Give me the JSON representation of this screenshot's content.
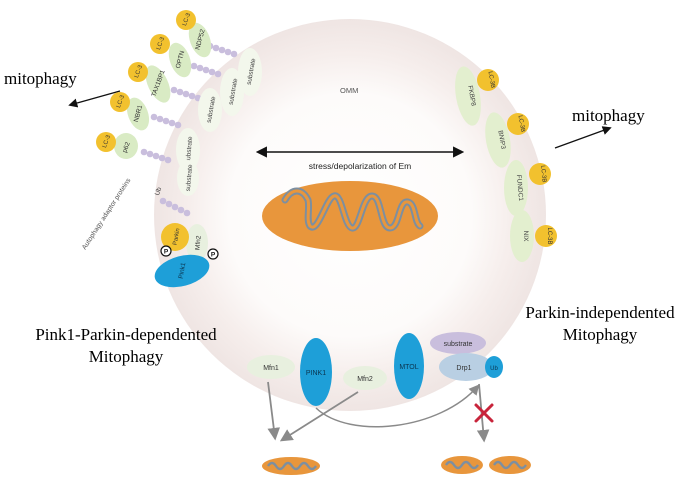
{
  "labels": {
    "mitophagy_left": "mitophagy",
    "mitophagy_right": "mitophagy",
    "omm": "OMM",
    "stress": "stress/depolarization of Em",
    "adaptor_caption": "Autophagy adaptor proteins",
    "pink_parkin_line1": "Pink1-Parkin-dependented",
    "pink_parkin_line2": "Mitophagy",
    "parkin_ind_line1": "Parkin-independented",
    "parkin_ind_line2": "Mitophagy",
    "ub": "Ub",
    "ub_small": "Ub",
    "parkin": "Parkin",
    "pink1_left": "Pink1",
    "mfn2_left": "Mfn2",
    "p_symbol": "P"
  },
  "adaptors": [
    {
      "lc": "LC-3",
      "name": "NDP52",
      "substrate": "substrate"
    },
    {
      "lc": "LC-3",
      "name": "OPTN",
      "substrate": "substrate"
    },
    {
      "lc": "LC-3",
      "name": "TAX1BP1",
      "substrate": "substrate"
    },
    {
      "lc": "LC-3",
      "name": "NBR1",
      "substrate": "substrate"
    },
    {
      "lc": "LC-3",
      "name": "p62",
      "substrate": "substrate"
    }
  ],
  "receptors": [
    {
      "name": "FKBP8",
      "lc": "LC-3B"
    },
    {
      "name": "BNIP3",
      "lc": "LC-3B"
    },
    {
      "name": "FUNDC1",
      "lc": "LC-3B"
    },
    {
      "name": "NIX",
      "lc": "LC-3B"
    }
  ],
  "bottom": {
    "mfn1": "Mfn1",
    "pink1": "PINK1",
    "mfn2": "Mfn2",
    "mtol": "MTOL",
    "substrate": "substrate",
    "drp1": "Drp1",
    "ub": "Ub"
  },
  "colors": {
    "lc3": "#f2c12e",
    "adaptor": "#d9ebc4",
    "receptor": "#e3efcf",
    "pink1": "#1e9fd8",
    "substrate": "#c9bedd",
    "mito": "#e8963c",
    "cristae": "#7d8fa0",
    "cross": "#c8243b",
    "halo": "#f0e8e6"
  }
}
